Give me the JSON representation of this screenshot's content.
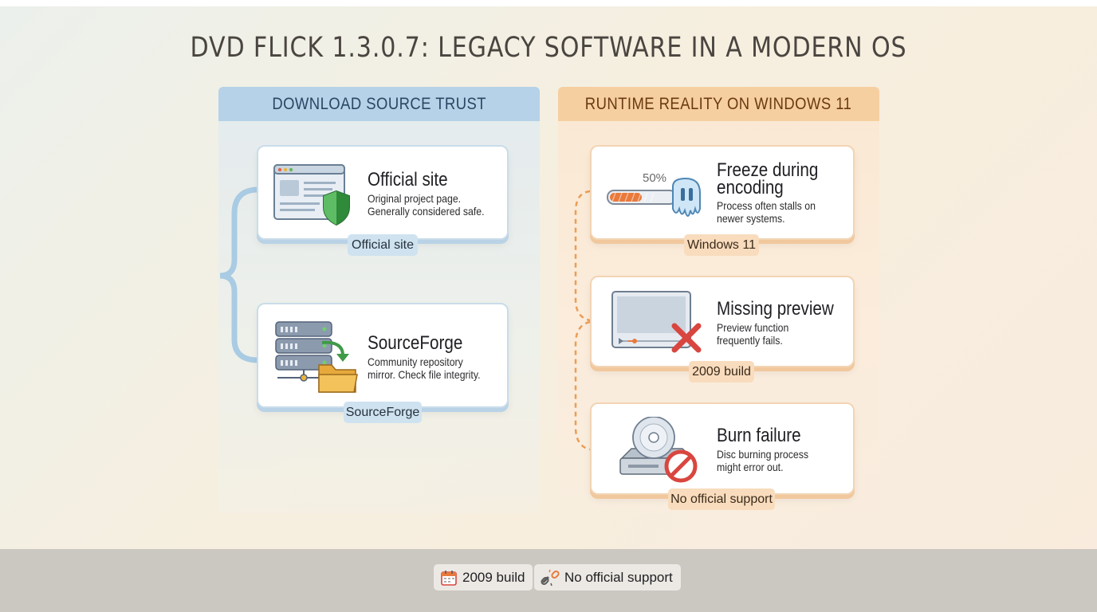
{
  "title": "DVD FLICK 1.3.0.7: LEGACY SOFTWARE IN A MODERN OS",
  "left_panel": {
    "heading": "DOWNLOAD SOURCE TRUST",
    "cards": [
      {
        "icon": "browser-shield-icon",
        "title": "Official site",
        "description": "Original project page. Generally considered safe.",
        "tag": "Official site"
      },
      {
        "icon": "server-folder-icon",
        "title": "SourceForge",
        "description": "Community repository mirror. Check file integrity.",
        "tag": "SourceForge"
      }
    ]
  },
  "right_panel": {
    "heading": "RUNTIME REALITY ON WINDOWS 11",
    "cards": [
      {
        "icon": "frozen-progress-icon",
        "progress_label": "50%",
        "progress_value": 0.5,
        "title_line1": "Freeze during",
        "title_line2": "encoding",
        "description": "Process often stalls on newer systems.",
        "tag": "Windows 11"
      },
      {
        "icon": "broken-preview-icon",
        "title": "Missing preview",
        "description": "Preview function frequently fails.",
        "tag": "2009 build"
      },
      {
        "icon": "disc-drive-blocked-icon",
        "title": "Burn failure",
        "description": "Disc burning process might error out.",
        "tag": "No official support"
      }
    ]
  },
  "footer": {
    "chips": [
      {
        "icon": "calendar-icon",
        "label": "2009 build"
      },
      {
        "icon": "broken-link-icon",
        "label": "No official support"
      }
    ]
  },
  "colors": {
    "cool_accent": "#b5d2e8",
    "warm_accent": "#f6cfa0",
    "error_red": "#d9463f",
    "shield_green": "#3aa04a"
  }
}
